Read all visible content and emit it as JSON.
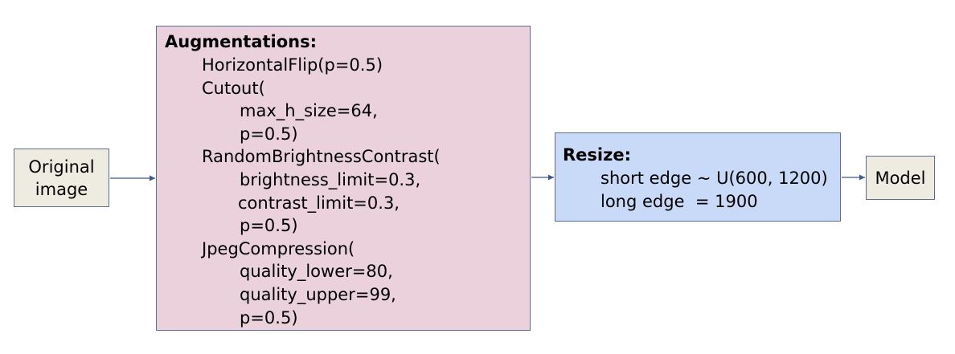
{
  "original_image": {
    "line1": "Original",
    "line2": "image"
  },
  "augmentations": {
    "title": "Augmentations:",
    "lines": [
      "HorizontalFlip(p=0.5)",
      "Cutout(",
      "max_h_size=64,",
      "p=0.5)",
      "RandomBrightnessContrast(",
      "brightness_limit=0.3,",
      "contrast_limit=0.3,",
      "p=0.5)",
      "JpegCompression(",
      "quality_lower=80,",
      "quality_upper=99,",
      "p=0.5)"
    ]
  },
  "resize": {
    "title": "Resize:",
    "lines": [
      "short edge ~ U(600, 1200)",
      "long edge  = 1900"
    ]
  },
  "model": {
    "label": "Model"
  },
  "colors": {
    "original_fill": "#eeece1",
    "augment_fill": "#ead1dc",
    "resize_fill": "#c9daf8",
    "model_fill": "#eeece1",
    "border": "#5b6e8c",
    "arrow": "#3c5a8c"
  }
}
